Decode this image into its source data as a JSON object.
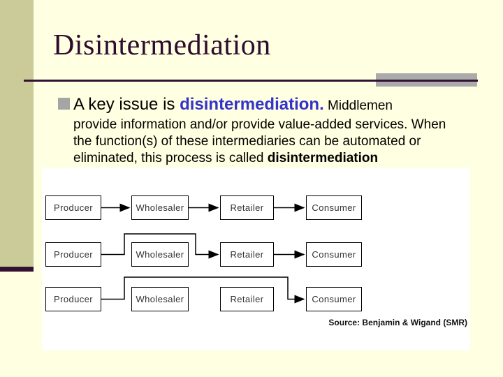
{
  "slide": {
    "title": "Disintermediation",
    "bullet": {
      "line1_pre": "A key issue is ",
      "line1_em": "disintermediation.",
      "line1_post": " Middlemen",
      "line2": "provide information and/or provide value-added services. When",
      "line3": "the function(s) of these intermediaries can be automated or",
      "line4_pre": "eliminated, this process is called ",
      "line4_bold": "disintermediation"
    },
    "colors": {
      "background": "#FFFFE1",
      "sidebar_khaki": "#CBCB99",
      "accent_dark_purple": "#331133",
      "rule_gray": "#ABABAB",
      "bullet_gray": "#A5A5A5",
      "emphasis_blue": "#3333CC",
      "figure_background": "#FFFFFF"
    },
    "figure": {
      "source_credit": "Source: Benjamin & Wigand (SMR)",
      "rows": [
        {
          "name": "full-chain",
          "boxes": [
            "Producer",
            "Wholesaler",
            "Retailer",
            "Consumer"
          ]
        },
        {
          "name": "bypass-wholesaler",
          "boxes": [
            "Producer",
            "Wholesaler",
            "Retailer",
            "Consumer"
          ]
        },
        {
          "name": "bypass-wholesaler-and-retailer",
          "boxes": [
            "Producer",
            "Wholesaler",
            "Retailer",
            "Consumer"
          ]
        }
      ]
    }
  }
}
